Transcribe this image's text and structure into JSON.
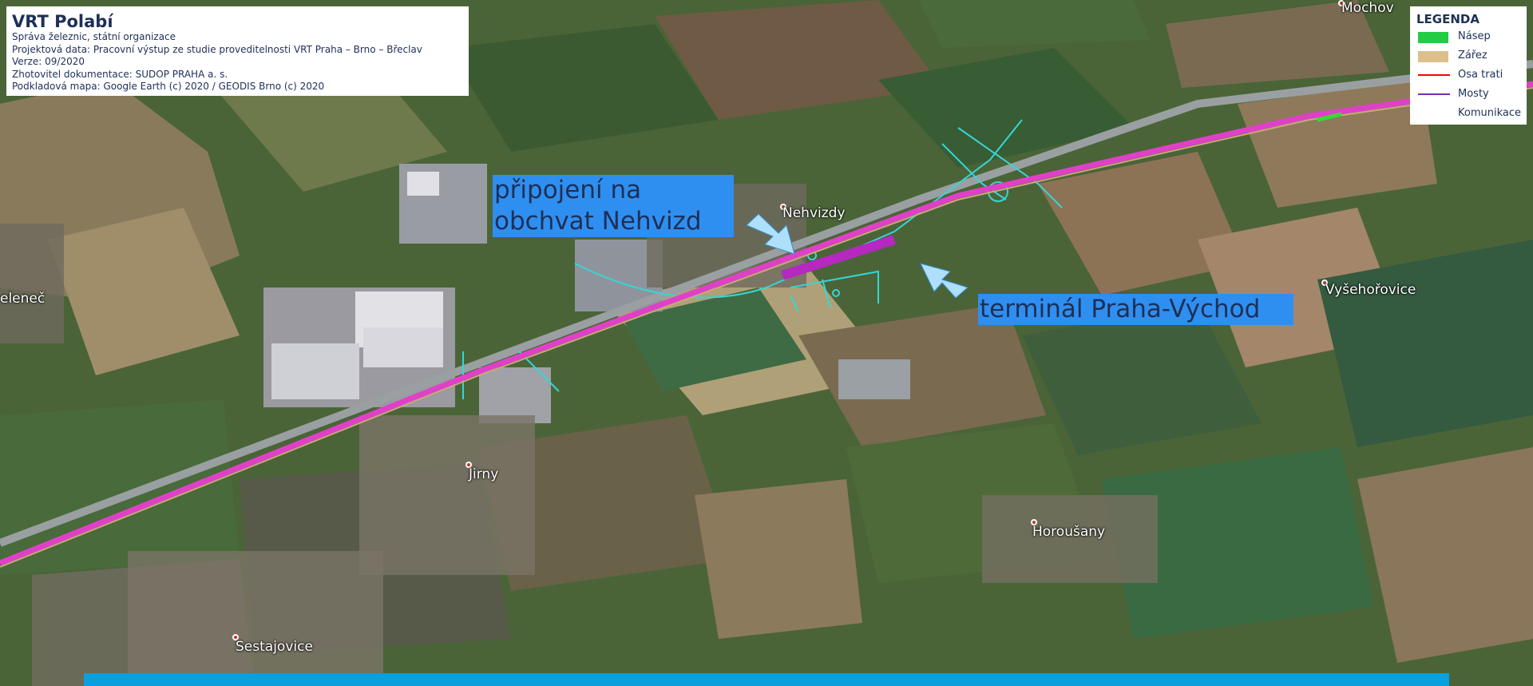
{
  "info": {
    "title": "VRT Polabí",
    "lines": [
      "Správa železnic, státní organizace",
      "Projektová data: Pracovní výstup ze studie proveditelnosti VRT Praha – Brno – Břeclav",
      "Verze: 09/2020",
      "Zhotovitel dokumentace: SUDOP PRAHA a. s.",
      "Podkladová mapa: Google Earth (c) 2020 / GEODIS Brno (c) 2020"
    ]
  },
  "legend": {
    "title": "LEGENDA",
    "items": [
      {
        "label": "Násep",
        "kind": "swatch",
        "color": "#22cc44"
      },
      {
        "label": "Zářez",
        "kind": "swatch",
        "color": "#dcc08c"
      },
      {
        "label": "Osa trati",
        "kind": "line",
        "color": "#ff0000"
      },
      {
        "label": "Mosty",
        "kind": "line",
        "color": "#7a2bb5"
      },
      {
        "label": "Komunikace",
        "kind": "line",
        "color": "#ffffff"
      }
    ]
  },
  "callouts": {
    "nehvizdy": [
      "připojení na",
      "obchvat Nehvizd"
    ],
    "terminal": "terminál Praha-Východ"
  },
  "places": {
    "mochov": "Mochov",
    "nehvizdy": "Nehvizdy",
    "jelenec": "eleneč",
    "vysehorovice": "Vyšehořovice",
    "jirny": "Jirny",
    "horousany": "Horoušany",
    "sestajovice": "Sestajovice"
  },
  "colors": {
    "track": "#e040c8",
    "road": "#35d6d6",
    "callout_bg": "#2e8ff0",
    "arrow": "#aee0fb",
    "bottom_bar": "#0aa0dd"
  }
}
